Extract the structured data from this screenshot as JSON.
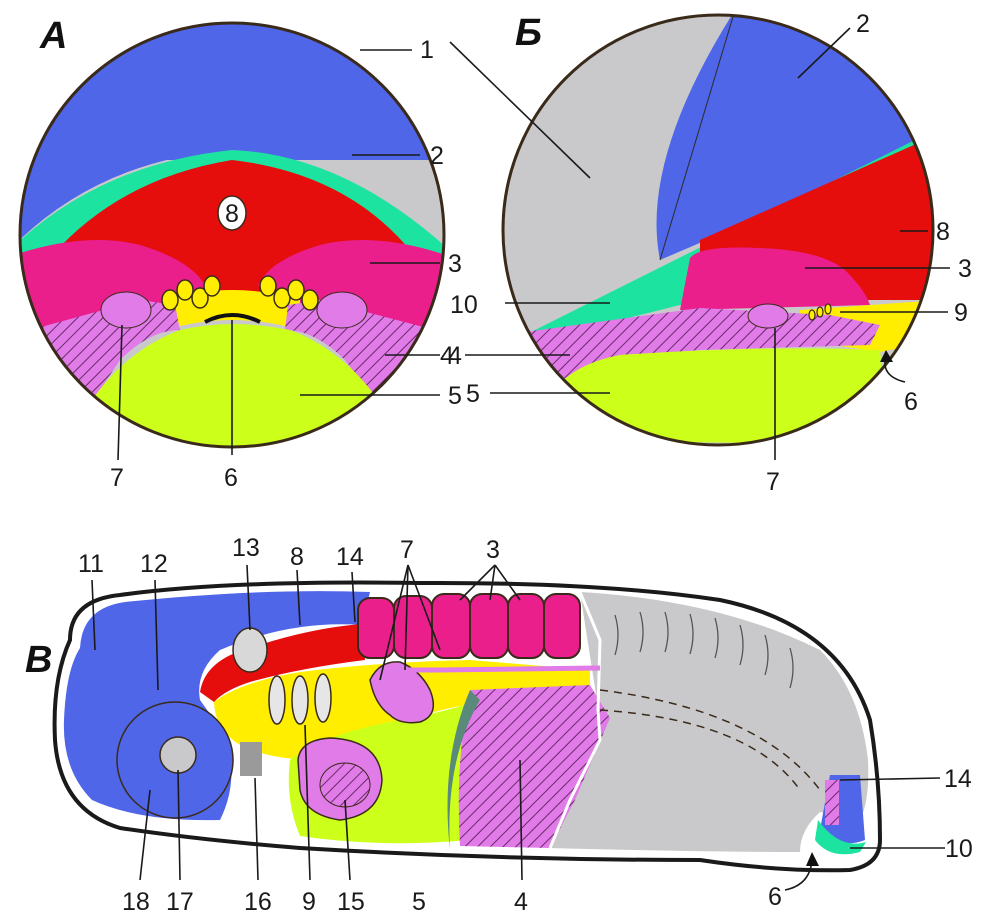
{
  "panels": {
    "a": {
      "letter": "А",
      "labels": {
        "l1": "1",
        "l2": "2",
        "l3": "3",
        "l4": "4",
        "l5": "5",
        "l6": "6",
        "l7": "7",
        "l8": "8"
      }
    },
    "b": {
      "letter": "Б",
      "labels": {
        "l2": "2",
        "l8": "8",
        "l3": "3",
        "l10": "10",
        "l9": "9",
        "l4": "4",
        "l5": "5",
        "l6": "6",
        "l7": "7"
      }
    },
    "c": {
      "letter": "В",
      "labels": {
        "l11": "11",
        "l12": "12",
        "l13": "13",
        "l8": "8",
        "l14a": "14",
        "l7": "7",
        "l3": "3",
        "l14b": "14",
        "l10": "10",
        "l6": "6",
        "l18": "18",
        "l17": "17",
        "l16": "16",
        "l9": "9",
        "l15": "15",
        "l5": "5",
        "l4": "4"
      }
    }
  },
  "colors": {
    "gray": "#c9c9cb",
    "blue": "#4f66e8",
    "teal": "#1de3a0",
    "red": "#e60d0d",
    "magenta": "#ea1f8c",
    "yellow": "#ffee00",
    "lime": "#ccff1a",
    "violet": "#e07be8",
    "outline": "#3a2a1a"
  }
}
